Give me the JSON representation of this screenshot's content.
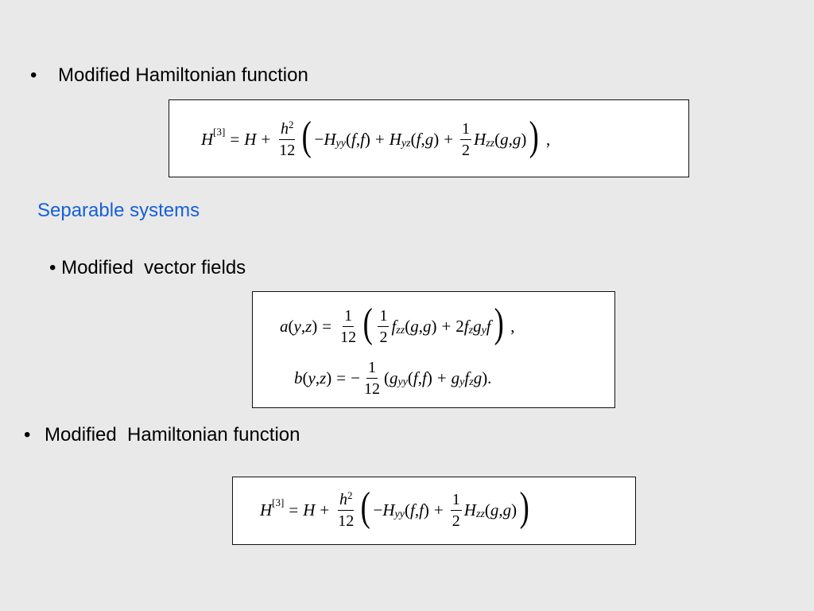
{
  "slide": {
    "bullet1": {
      "marker": "•",
      "text": "Modified Hamiltonian function"
    },
    "subheading": "Separable systems",
    "bullet2": {
      "text": "• Modified  vector fields"
    },
    "bullet3": {
      "marker": "•",
      "text": "Modified  Hamiltonian function"
    }
  },
  "equations": {
    "eq1": "H^[3] = H + h^2/12 ( −H_yy(f,f) + H_yz(f,g) + 1/2 H_zz(g,g) ) ,",
    "eq2a": "a(y,z) = 1/12 ( 1/2 f_zz(g,g) + 2 f_z g_y f ) ,",
    "eq2b": "b(y,z) = −1/12 (g_yy(f,f) + g_y f_z g).",
    "eq3": "H^[3] = H + h^2/12 ( −H_yy(f,f) + 1/2 H_zz(g,g) )"
  },
  "colors": {
    "background": "#e9e9e9",
    "subheading": "#1560d8",
    "box_fill": "#ffffff",
    "box_border": "#111111"
  }
}
